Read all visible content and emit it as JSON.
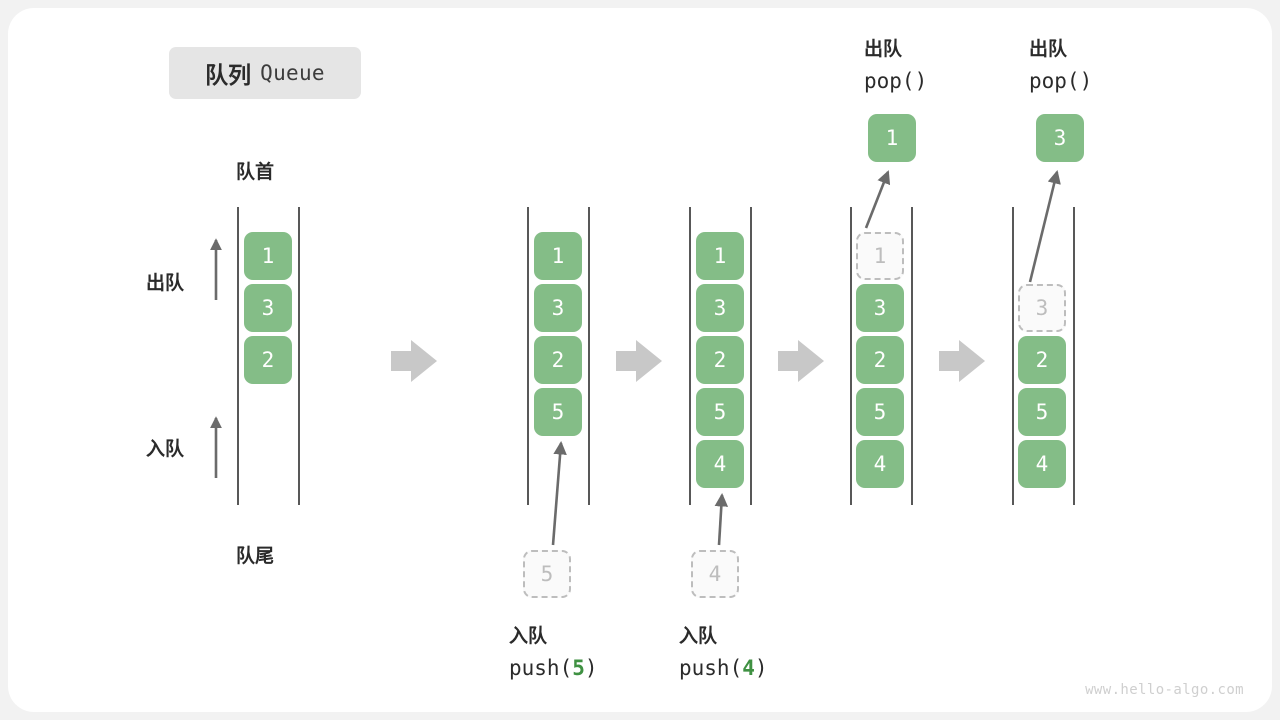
{
  "title": {
    "cn": "队列",
    "en": "Queue"
  },
  "annotations": {
    "front": "队首",
    "rear": "队尾",
    "dequeue": "出队",
    "enqueue": "入队"
  },
  "watermark": "www.hello-algo.com",
  "colors": {
    "element_green": "#84bd87",
    "ghost_border": "#bdbdbd",
    "ghost_text": "#bdbdbd",
    "rail": "#585858",
    "arrow": "#6b6b6b",
    "separator": "#c8c8c8",
    "badge_bg": "#e5e5e5",
    "card_bg": "#ffffff",
    "page_bg": "#f2f2f2",
    "highlight_green": "#3f9142"
  },
  "columns": [
    {
      "id": "col-initial",
      "cells": [
        {
          "value": "1",
          "state": "filled"
        },
        {
          "value": "3",
          "state": "filled"
        },
        {
          "value": "2",
          "state": "filled"
        }
      ]
    },
    {
      "id": "col-after-push-5",
      "cells": [
        {
          "value": "1",
          "state": "filled"
        },
        {
          "value": "3",
          "state": "filled"
        },
        {
          "value": "2",
          "state": "filled"
        },
        {
          "value": "5",
          "state": "filled"
        }
      ],
      "incoming": {
        "value": "5",
        "state": "ghost"
      },
      "op_cn": "入队",
      "op_code_prefix": "push(",
      "op_code_value": "5",
      "op_code_suffix": ")"
    },
    {
      "id": "col-after-push-4",
      "cells": [
        {
          "value": "1",
          "state": "filled"
        },
        {
          "value": "3",
          "state": "filled"
        },
        {
          "value": "2",
          "state": "filled"
        },
        {
          "value": "5",
          "state": "filled"
        },
        {
          "value": "4",
          "state": "filled"
        }
      ],
      "incoming": {
        "value": "4",
        "state": "ghost"
      },
      "op_cn": "入队",
      "op_code_prefix": "push(",
      "op_code_value": "4",
      "op_code_suffix": ")"
    },
    {
      "id": "col-after-pop-1",
      "cells": [
        {
          "value": "1",
          "state": "ghost"
        },
        {
          "value": "3",
          "state": "filled"
        },
        {
          "value": "2",
          "state": "filled"
        },
        {
          "value": "5",
          "state": "filled"
        },
        {
          "value": "4",
          "state": "filled"
        }
      ],
      "popped": {
        "value": "1",
        "state": "filled"
      },
      "op_cn": "出队",
      "op_code": "pop()"
    },
    {
      "id": "col-after-pop-3",
      "cells": [
        {
          "value": "3",
          "state": "ghost"
        },
        {
          "value": "2",
          "state": "filled"
        },
        {
          "value": "5",
          "state": "filled"
        },
        {
          "value": "4",
          "state": "filled"
        }
      ],
      "popped": {
        "value": "3",
        "state": "filled"
      },
      "op_cn": "出队",
      "op_code": "pop()"
    }
  ],
  "separators": [
    "arrow-right",
    "arrow-right",
    "arrow-right",
    "arrow-right"
  ]
}
